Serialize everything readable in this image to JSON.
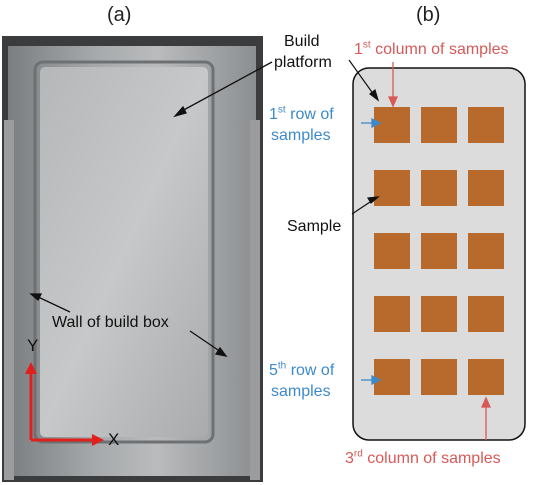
{
  "panels": {
    "a_label": "(a)",
    "b_label": "(b)"
  },
  "photo": {
    "build_platform_line1": "Build",
    "build_platform_line2": "platform",
    "wall_label": "Wall of build box",
    "axis_y": "Y",
    "axis_x": "X"
  },
  "diagram": {
    "col1_sup": "st",
    "col1_rest": " column of samples",
    "row1_sup": "st",
    "row1_rest": " row of",
    "row1_line2": "samples",
    "sample_label": "Sample",
    "row5_sup": "th",
    "row5_rest": " row of",
    "row5_line2": "samples",
    "col3_sup": "rd",
    "col3_rest": " column of samples",
    "num1": "1",
    "num5": "5",
    "num3": "3",
    "grid": {
      "rows": 5,
      "columns": 3
    }
  },
  "colors": {
    "sample": "#b8692c",
    "platform": "#dcdcdc",
    "red_annotation": "#d65a58",
    "blue_annotation": "#3e8ac9",
    "axis": "#e0201c"
  }
}
